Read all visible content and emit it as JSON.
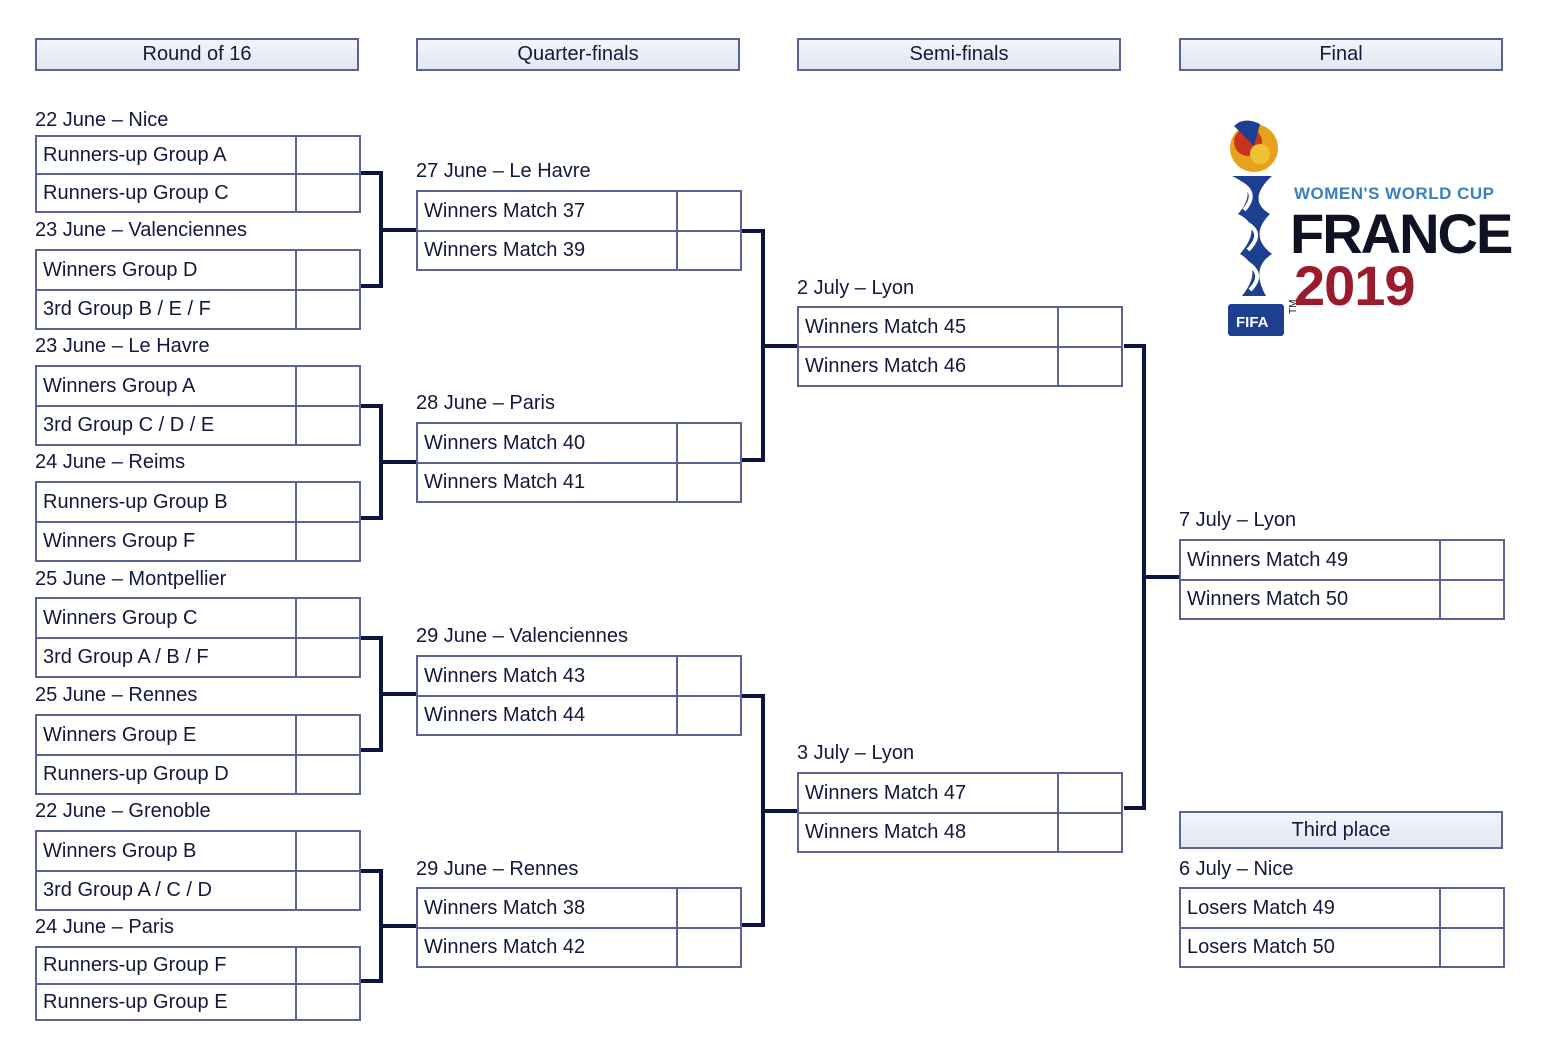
{
  "rounds": {
    "round_of_16": "Round of 16",
    "quarter_finals": "Quarter-finals",
    "semi_finals": "Semi-finals",
    "final": "Final",
    "third_place": "Third place"
  },
  "round_of_16": [
    {
      "date": "22 June – Nice",
      "teams": [
        "Runners-up Group A",
        "Runners-up Group C"
      ]
    },
    {
      "date": "23 June – Valenciennes",
      "teams": [
        "Winners Group D",
        "3rd Group B / E / F"
      ]
    },
    {
      "date": "23 June – Le Havre",
      "teams": [
        "Winners Group A",
        "3rd Group C / D / E"
      ]
    },
    {
      "date": "24 June – Reims",
      "teams": [
        "Runners-up Group B",
        "Winners Group F"
      ]
    },
    {
      "date": "25 June – Montpellier",
      "teams": [
        "Winners Group C",
        "3rd Group A / B / F"
      ]
    },
    {
      "date": "25 June – Rennes",
      "teams": [
        "Winners Group E",
        "Runners-up Group D"
      ]
    },
    {
      "date": "22 June – Grenoble",
      "teams": [
        "Winners Group B",
        "3rd Group A / C / D"
      ]
    },
    {
      "date": "24 June – Paris",
      "teams": [
        "Runners-up Group F",
        "Runners-up Group E"
      ]
    }
  ],
  "quarter_finals": [
    {
      "date": "27 June – Le Havre",
      "teams": [
        "Winners Match 37",
        "Winners Match 39"
      ]
    },
    {
      "date": "28 June – Paris",
      "teams": [
        "Winners Match 40",
        "Winners Match 41"
      ]
    },
    {
      "date": "29 June – Valenciennes",
      "teams": [
        "Winners Match 43",
        "Winners Match 44"
      ]
    },
    {
      "date": "29 June – Rennes",
      "teams": [
        "Winners Match 38",
        "Winners Match 42"
      ]
    }
  ],
  "semi_finals": [
    {
      "date": "2 July – Lyon",
      "teams": [
        "Winners Match 45",
        "Winners Match 46"
      ]
    },
    {
      "date": "3 July – Lyon",
      "teams": [
        "Winners Match 47",
        "Winners Match 48"
      ]
    }
  ],
  "final": {
    "date": "7 July – Lyon",
    "teams": [
      "Winners Match 49",
      "Winners Match 50"
    ]
  },
  "third_place": {
    "date": "6 July – Nice",
    "teams": [
      "Losers Match 49",
      "Losers Match 50"
    ]
  },
  "logo": {
    "line1": "WOMEN'S WORLD CUP",
    "line2": "FRANCE",
    "line3": "2019",
    "badge": "FIFA",
    "tm": "TM"
  }
}
